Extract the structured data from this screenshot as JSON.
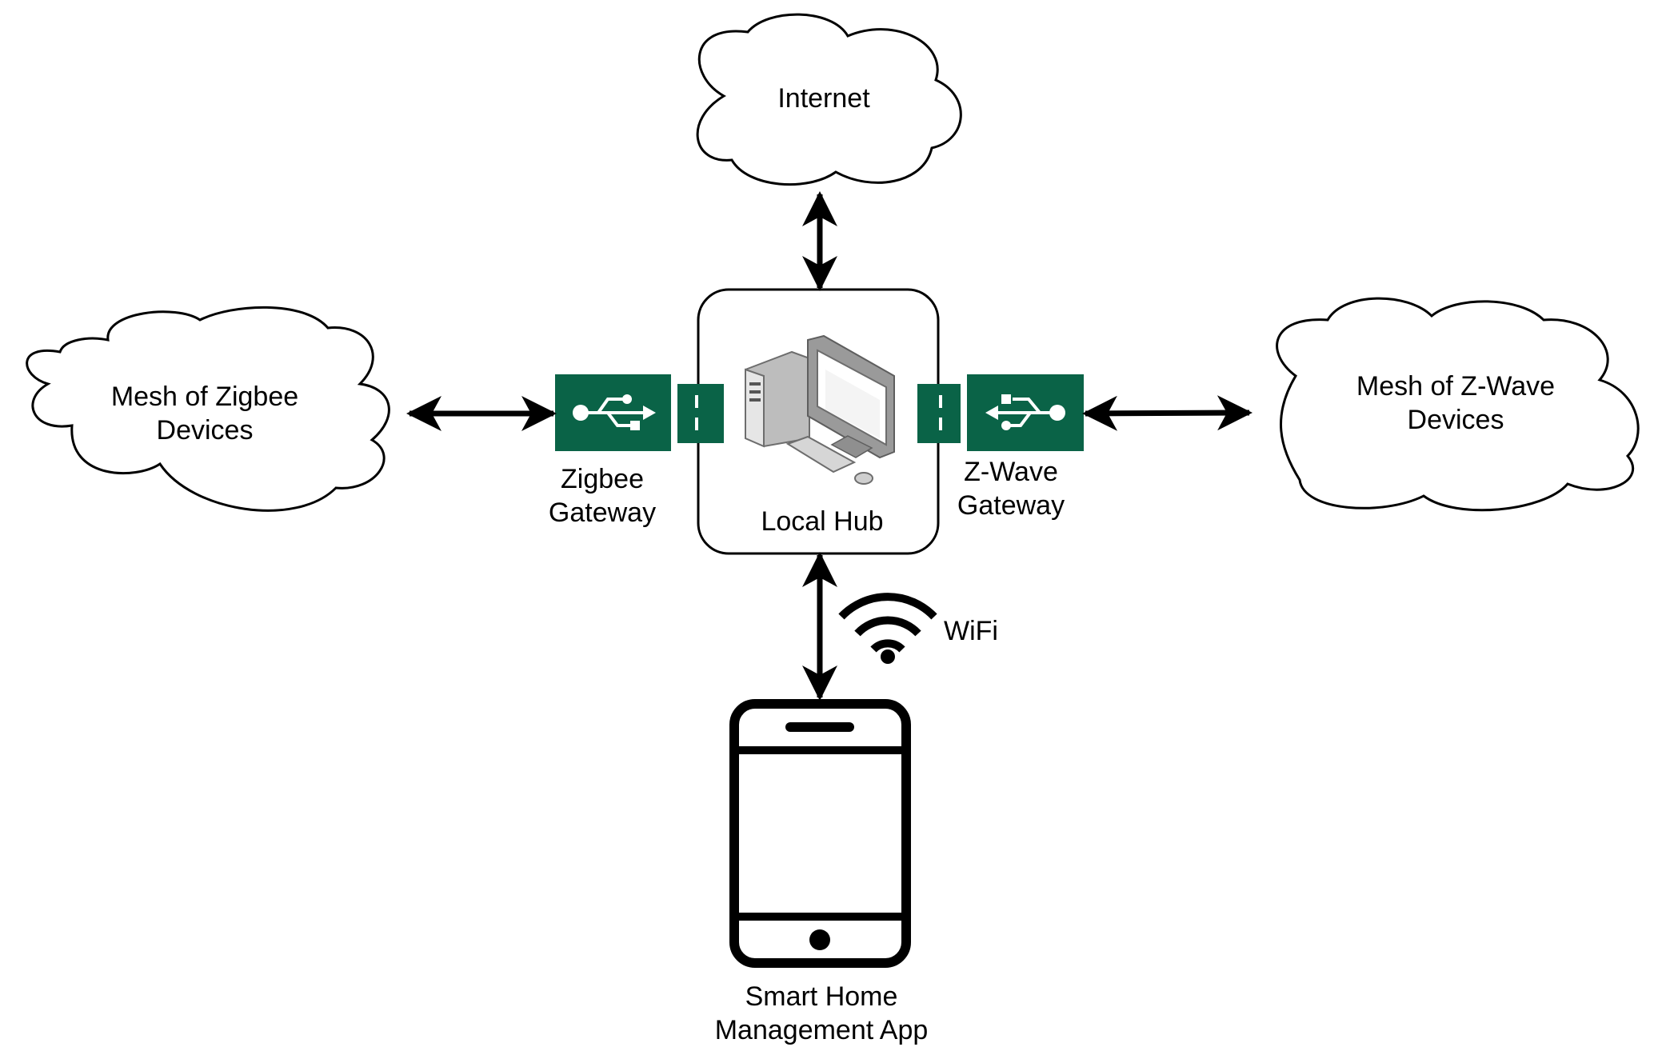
{
  "colors": {
    "background": "#ffffff",
    "stroke": "#000000",
    "gateway_green": "#0a6347",
    "gateway_symbol": "#ffffff",
    "monitor_gray": "#8a8a8a"
  },
  "nodes": {
    "internet": {
      "label": "Internet",
      "icon": "cloud-icon"
    },
    "zigbee_mesh": {
      "label_lines": [
        "Mesh of Zigbee",
        "Devices"
      ],
      "icon": "cloud-icon"
    },
    "zwave_mesh": {
      "label_lines": [
        "Mesh of Z-Wave",
        "Devices"
      ],
      "icon": "cloud-icon"
    },
    "local_hub": {
      "label": "Local Hub",
      "icon": "desktop-computer-icon"
    },
    "zigbee_gateway": {
      "label_lines": [
        "Zigbee",
        "Gateway"
      ],
      "icon": "usb-dongle-icon"
    },
    "zwave_gateway": {
      "label_lines": [
        "Z-Wave",
        "Gateway"
      ],
      "icon": "usb-dongle-icon"
    },
    "app": {
      "label_lines": [
        "Smart Home",
        "Management App"
      ],
      "icon": "smartphone-icon"
    },
    "wifi": {
      "label": "WiFi",
      "icon": "wifi-icon"
    }
  },
  "edges": [
    {
      "from": "internet",
      "to": "local_hub",
      "direction": "bidirectional"
    },
    {
      "from": "zigbee_mesh",
      "to": "zigbee_gateway",
      "direction": "bidirectional"
    },
    {
      "from": "zwave_gateway",
      "to": "zwave_mesh",
      "direction": "bidirectional"
    },
    {
      "from": "local_hub",
      "to": "app",
      "direction": "bidirectional",
      "label": "WiFi"
    }
  ]
}
